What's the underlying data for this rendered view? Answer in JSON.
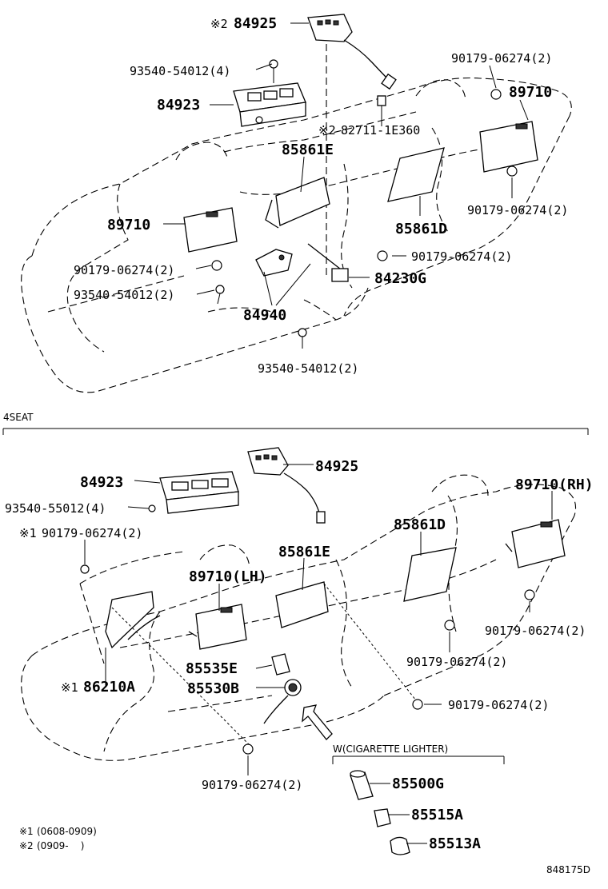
{
  "top_section": {
    "labels": {
      "p84925": "84925",
      "p84925_mark": "※2",
      "p93540_top": "93540-54012(4)",
      "p84923": "84923",
      "p82711": "82711-1E360",
      "p82711_mark": "※2",
      "p90179_tr": "90179-06274(2)",
      "p89710_r": "89710",
      "p85861E": "85861E",
      "p85861D": "85861D",
      "p90179_r2": "90179-06274(2)",
      "p89710_l": "89710",
      "p90179_l": "90179-06274(2)",
      "p90179_m": "90179-06274(2)",
      "p84230G": "84230G",
      "p93540_l": "93540-54012(2)",
      "p84940": "84940",
      "p93540_b": "93540-54012(2)"
    }
  },
  "section_title": "4SEAT",
  "bottom_section": {
    "labels": {
      "p84925": "84925",
      "p84923": "84923",
      "p93540": "93540-55012(4)",
      "p90179_tl": "90179-06274(2)",
      "p90179_tl_mark": "※1",
      "p89710RH": "89710(RH)",
      "p85861D": "85861D",
      "p85861E": "85861E",
      "p89710LH": "89710(LH)",
      "p90179_r": "90179-06274(2)",
      "p90179_m": "90179-06274(2)",
      "p85535E": "85535E",
      "p86210A": "86210A",
      "p86210A_mark": "※1",
      "p85530B": "85530B",
      "p90179_mb": "90179-06274(2)",
      "p90179_b": "90179-06274(2)"
    }
  },
  "cigarette_lighter": {
    "title": "W(CIGARETTE LIGHTER)",
    "p85500G": "85500G",
    "p85515A": "85515A",
    "p85513A": "85513A"
  },
  "footnotes": [
    {
      "mark": "※1",
      "text": "(0608-0909)"
    },
    {
      "mark": "※2",
      "text": "(0909-    )"
    }
  ],
  "diagram_id": "848175D"
}
